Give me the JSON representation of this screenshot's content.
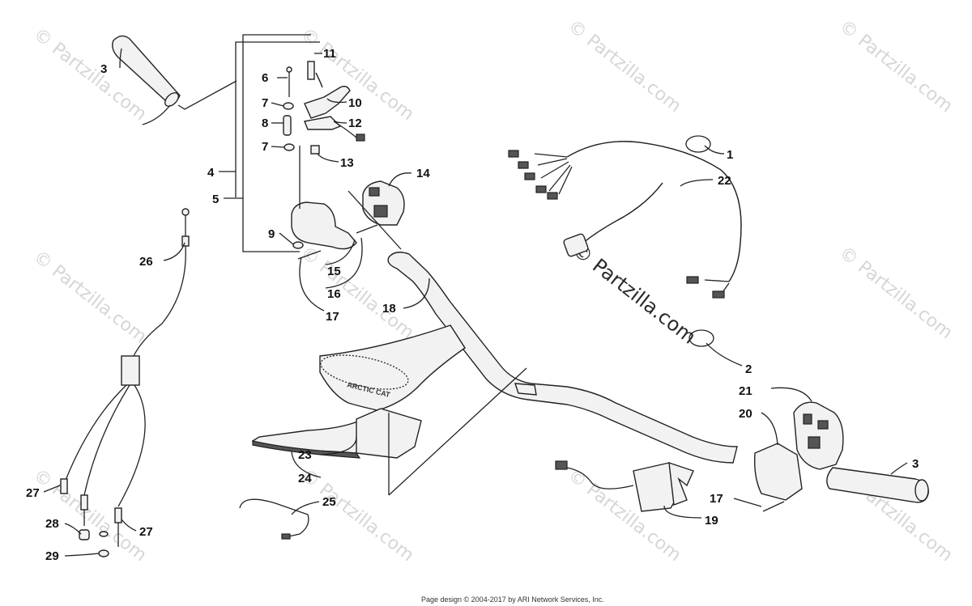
{
  "watermark": {
    "text": "© Partzilla.com"
  },
  "footer": {
    "text": "Page design © 2004-2017 by ARI Network Services, Inc."
  },
  "grip_logo": {
    "text": "ARCTIC CAT"
  },
  "callouts": {
    "c1": "1",
    "c2": "2",
    "c3a": "3",
    "c3b": "3",
    "c4": "4",
    "c5": "5",
    "c6": "6",
    "c7a": "7",
    "c7b": "7",
    "c8": "8",
    "c9": "9",
    "c10": "10",
    "c11": "11",
    "c12": "12",
    "c13": "13",
    "c14": "14",
    "c15": "15",
    "c16": "16",
    "c17a": "17",
    "c17b": "17",
    "c18": "18",
    "c19": "19",
    "c20": "20",
    "c21": "21",
    "c22": "22",
    "c23": "23",
    "c24": "24",
    "c25": "25",
    "c26": "26",
    "c27a": "27",
    "c27b": "27",
    "c28": "28",
    "c29": "29"
  }
}
